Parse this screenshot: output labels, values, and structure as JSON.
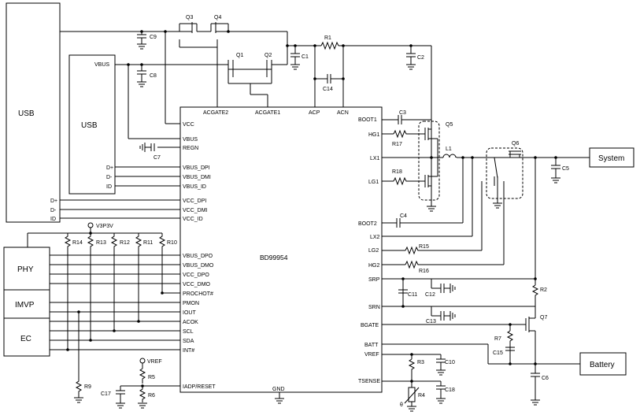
{
  "blocks": {
    "usb_outer": "USB",
    "usb_inner": "USB",
    "ic_name": "BD99954",
    "phy": "PHY",
    "imvp": "IMVP",
    "ec": "EC",
    "system": "System",
    "battery": "Battery"
  },
  "ic_pins": {
    "acgate2": "ACGATE2",
    "acgate1": "ACGATE1",
    "acp": "ACP",
    "acn": "ACN",
    "vcc": "VCC",
    "vbus": "VBUS",
    "regn": "REGN",
    "vbus_dpi": "VBUS_DPI",
    "vbus_dmi": "VBUS_DMI",
    "vbus_id": "VBUS_ID",
    "vcc_dpi": "VCC_DPI",
    "vcc_dmi": "VCC_DMI",
    "vcc_id": "VCC_ID",
    "vbus_dpo": "VBUS_DPO",
    "vbus_dmo": "VBUS_DMO",
    "vcc_dpo": "VCC_DPO",
    "vcc_dmo": "VCC_DMO",
    "prochot": "PROCHOT#",
    "pmon": "PMON",
    "iout": "IOUT",
    "acok": "ACOK",
    "scl": "SCL",
    "sda": "SDA",
    "int": "INT#",
    "iadp_reset": "IADP/RESET",
    "gnd": "GND",
    "boot1": "BOOT1",
    "hg1": "HG1",
    "lx1": "LX1",
    "lg1": "LG1",
    "boot2": "BOOT2",
    "lx2": "LX2",
    "lg2": "LG2",
    "hg2": "HG2",
    "srp": "SRP",
    "srn": "SRN",
    "bgate": "BGATE",
    "batt": "BATT",
    "vref": "VREF",
    "tsense": "TSENSE"
  },
  "usb_signals": {
    "vbus": "VBUS",
    "inner_dp": "D+",
    "inner_dm": "D-",
    "inner_id": "ID",
    "outer_dp": "D+",
    "outer_dm": "D-",
    "outer_id": "ID"
  },
  "rails": {
    "v3p3v": "V3P3V",
    "vref": "VREF"
  },
  "components": {
    "q1": "Q1",
    "q2": "Q2",
    "q3": "Q3",
    "q4": "Q4",
    "q5": "Q5",
    "q6": "Q6",
    "q7": "Q7",
    "c1": "C1",
    "c2": "C2",
    "c3": "C3",
    "c4": "C4",
    "c5": "C5",
    "c6": "C6",
    "c7": "C7",
    "c8": "C8",
    "c9": "C9",
    "c10": "C10",
    "c11": "C11",
    "c12": "C12",
    "c13": "C13",
    "c14": "C14",
    "c15": "C15",
    "c17": "C17",
    "c18": "C18",
    "r1": "R1",
    "r2": "R2",
    "r3": "R3",
    "r4": "R4",
    "r5": "R5",
    "r6": "R6",
    "r7": "R7",
    "r9": "R9",
    "r10": "R10",
    "r11": "R11",
    "r12": "R12",
    "r13": "R13",
    "r14": "R14",
    "r15": "R15",
    "r16": "R16",
    "r17": "R17",
    "r18": "R18",
    "l1": "L1"
  }
}
